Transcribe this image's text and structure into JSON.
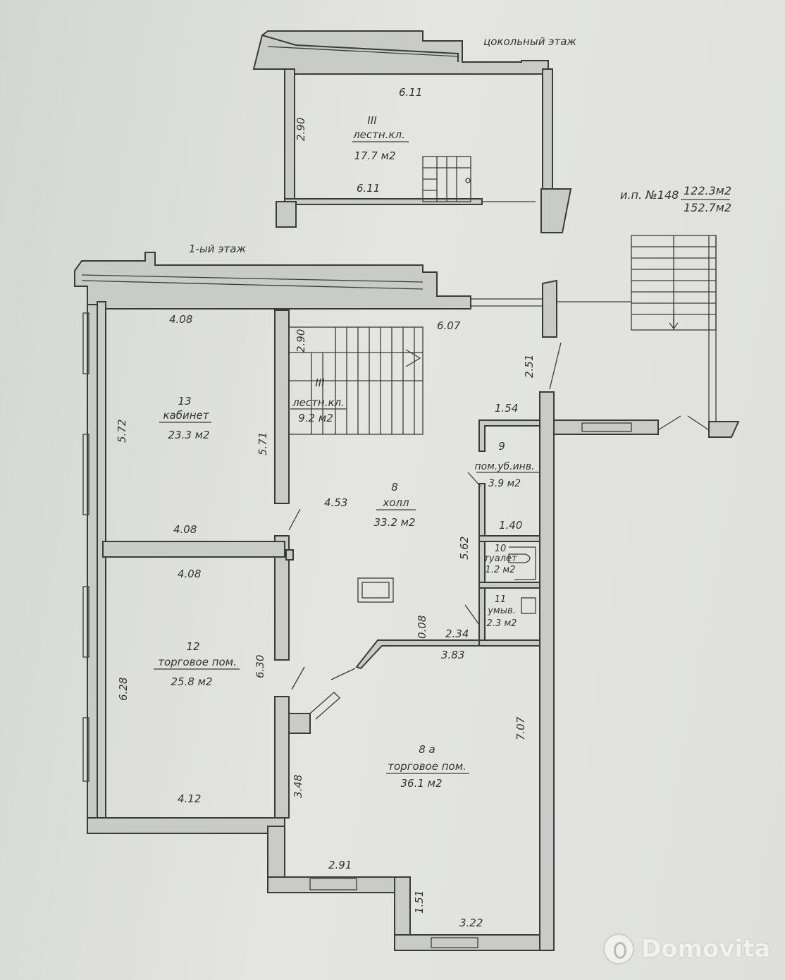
{
  "floors": {
    "basement_title": "цокольный этаж",
    "first_title": "1-ый этаж"
  },
  "summary": {
    "label": "и.п. №148",
    "area_top": "122.3м2",
    "area_bottom": "152.7м2"
  },
  "basement_room": {
    "number": "III",
    "name": "лестн.кл.",
    "area": "17.7 м2",
    "dims": [
      "6.11",
      "6.11",
      "2.90"
    ]
  },
  "rooms": [
    {
      "id": "13",
      "number": "13",
      "name": "кабинет",
      "area": "23.3 м2"
    },
    {
      "id": "III",
      "number": "III",
      "name": "лестн.кл.",
      "area": "9.2 м2"
    },
    {
      "id": "8",
      "number": "8",
      "name": "холл",
      "area": "33.2 м2"
    },
    {
      "id": "9",
      "number": "9",
      "name": "пом.уб.инв.",
      "area": "3.9 м2"
    },
    {
      "id": "10",
      "number": "10",
      "name": "туалет",
      "area": "1.2 м2"
    },
    {
      "id": "11",
      "number": "11",
      "name": "умыв.",
      "area": "2.3 м2"
    },
    {
      "id": "12",
      "number": "12",
      "name": "торговое пом.",
      "area": "25.8 м2"
    },
    {
      "id": "8a",
      "number": "8 а",
      "name": "торговое пом.",
      "area": "36.1 м2"
    }
  ],
  "dimensions": {
    "d_408_top": "4.08",
    "d_290": "2.90",
    "d_607": "6.07",
    "d_251": "2.51",
    "d_572": "5.72",
    "d_571": "5.71",
    "d_154": "1.54",
    "d_453": "4.53",
    "d_408_mid": "4.08",
    "d_562": "5.62",
    "d_140": "1.40",
    "d_408_low": "4.08",
    "d_008": "0.08",
    "d_234": "2.34",
    "d_383": "3.83",
    "d_630": "6.30",
    "d_628": "6.28",
    "d_707": "7.07",
    "d_348": "3.48",
    "d_412": "4.12",
    "d_291": "2.91",
    "d_151": "1.51",
    "d_322": "3.22"
  },
  "watermark": {
    "brand": "Domovita"
  }
}
